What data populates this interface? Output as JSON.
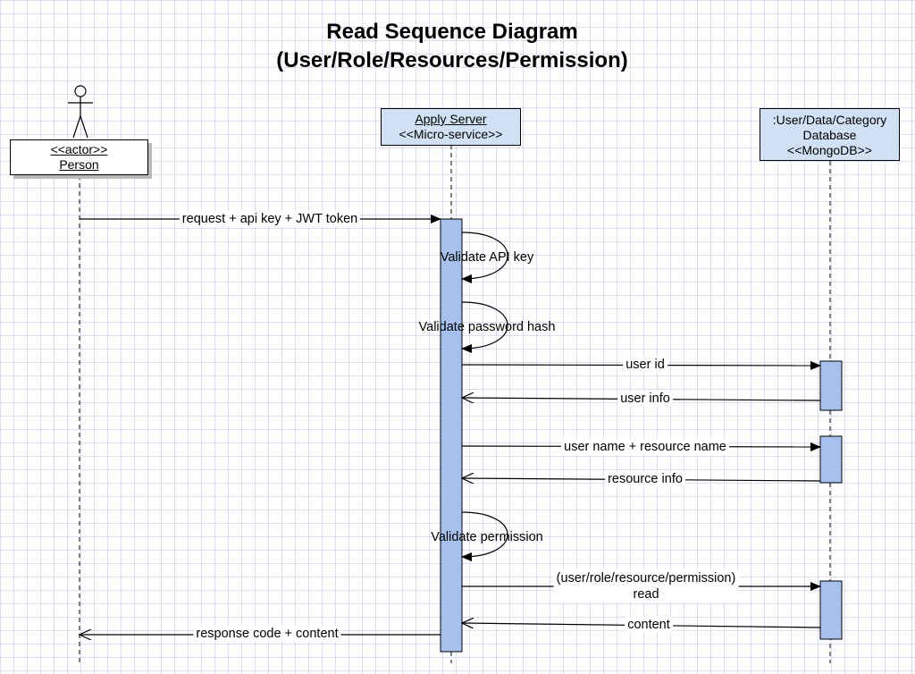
{
  "diagram": {
    "title_line1": "Read Sequence Diagram",
    "title_line2": "(User/Role/Resources/Permission)",
    "colors": {
      "box_fill": "#cfe1f3",
      "activation_fill": "#a6c1ee",
      "line": "#000000"
    },
    "actor": {
      "stereotype": "<<actor>>",
      "name": "Person"
    },
    "server": {
      "name": "Apply Server",
      "stereotype": "<<Micro-service>>"
    },
    "database": {
      "name": ":User/Data/Category",
      "line2": "Database",
      "stereotype": "<<MongoDB>>"
    },
    "messages": {
      "request": "request + api key + JWT token",
      "validate_api": "Validate API key",
      "validate_pw": "Validate password hash",
      "user_id": "user id",
      "user_info": "user info",
      "user_resource": "user name + resource name",
      "resource_info": "resource info",
      "validate_perm": "Validate permission",
      "read_line1": "(user/role/resource/permission)",
      "read_line2": "read",
      "content": "content",
      "response": "response code + content"
    }
  }
}
